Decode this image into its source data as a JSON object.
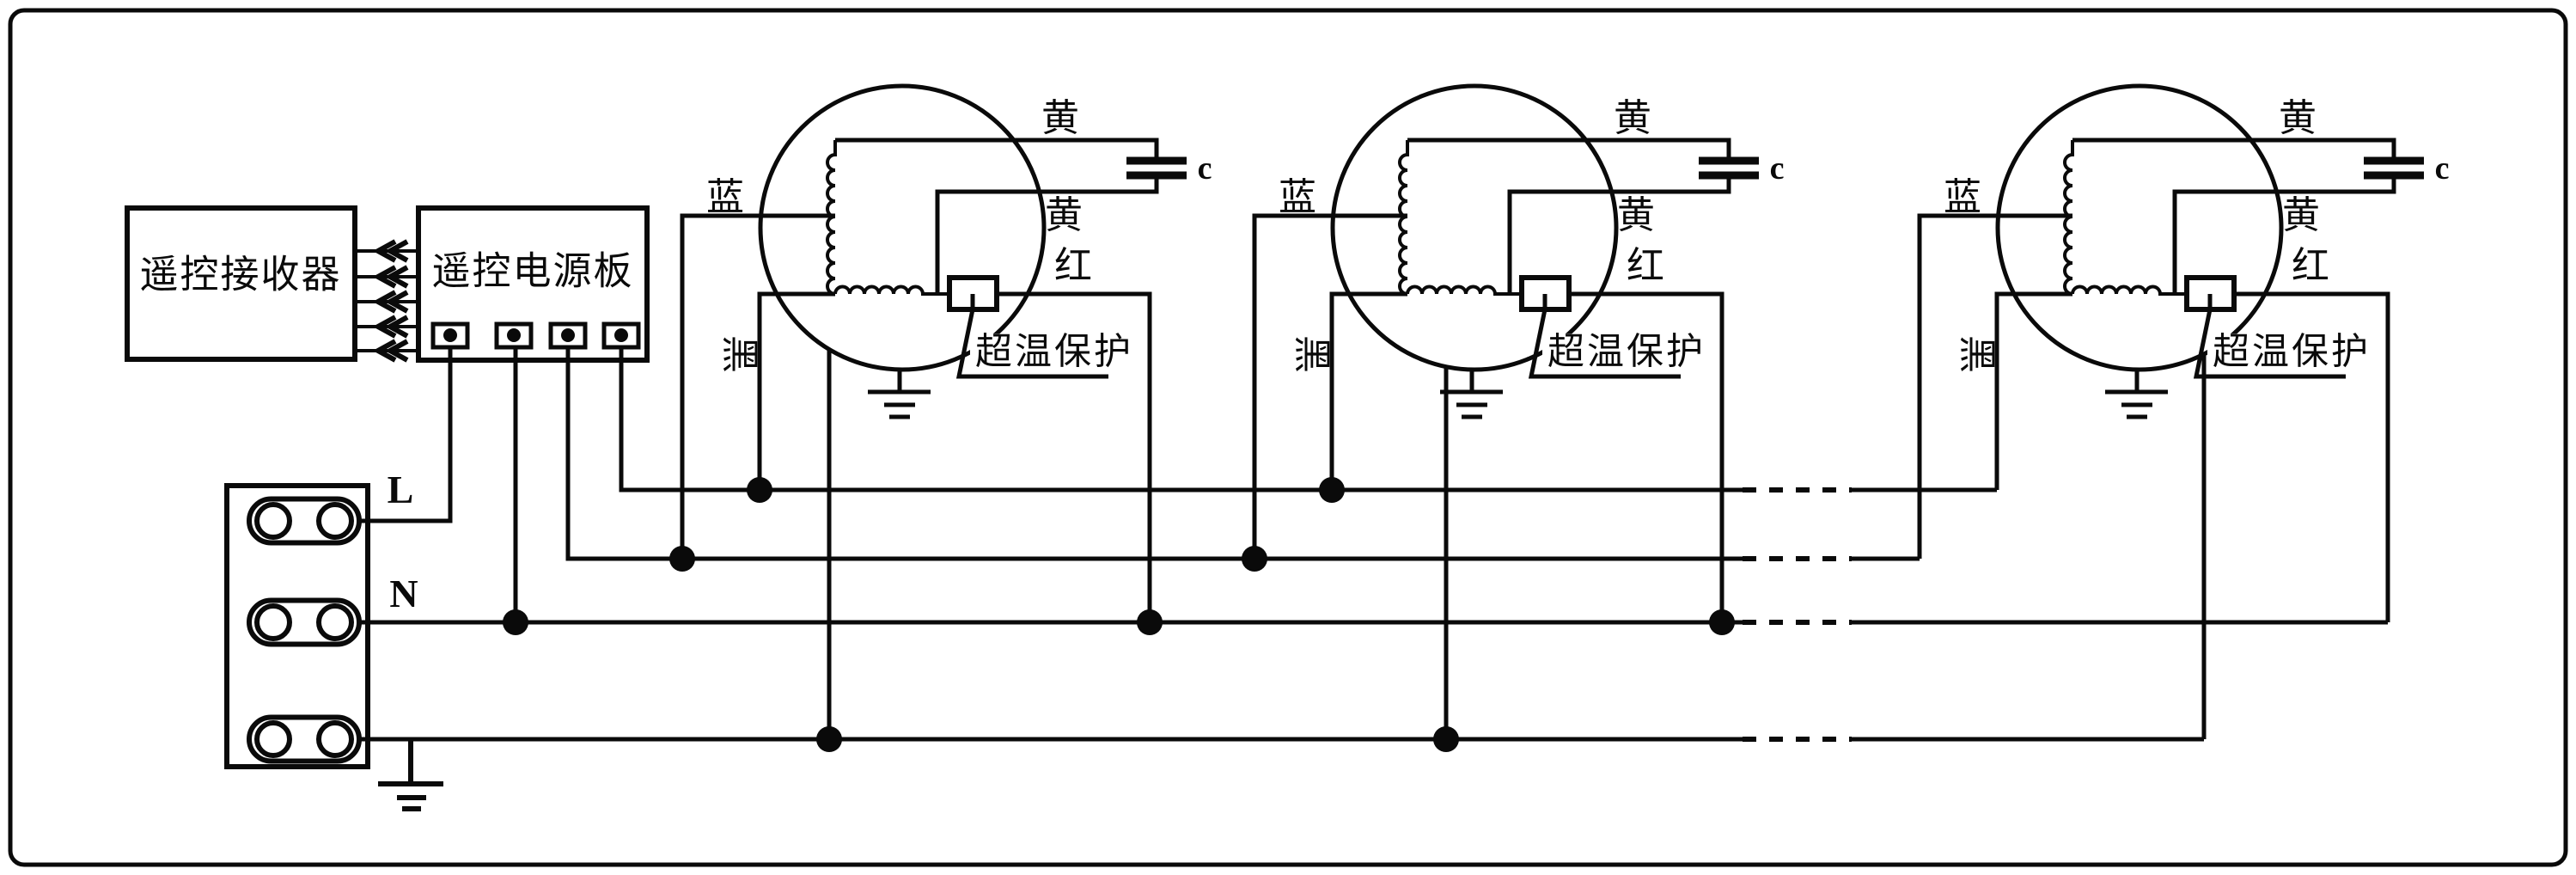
{
  "blocks": {
    "receiver": {
      "label": "遥控接收器"
    },
    "power_board": {
      "label": "遥控电源板"
    }
  },
  "terminal_block": {
    "live_label": "L",
    "neutral_label": "N"
  },
  "motors": [
    {
      "labels": {
        "yellow_top": "黄",
        "capacitor": "c",
        "blue": "蓝",
        "yellow_mid": "黄",
        "red": "红",
        "black": "黑",
        "thermal": "超温保护"
      }
    },
    {
      "labels": {
        "yellow_top": "黄",
        "capacitor": "c",
        "blue": "蓝",
        "yellow_mid": "黄",
        "red": "红",
        "black": "黑",
        "thermal": "超温保护"
      }
    },
    {
      "labels": {
        "yellow_top": "黄",
        "capacitor": "c",
        "blue": "蓝",
        "yellow_mid": "黄",
        "red": "红",
        "black": "黑",
        "thermal": "超温保护"
      }
    }
  ]
}
